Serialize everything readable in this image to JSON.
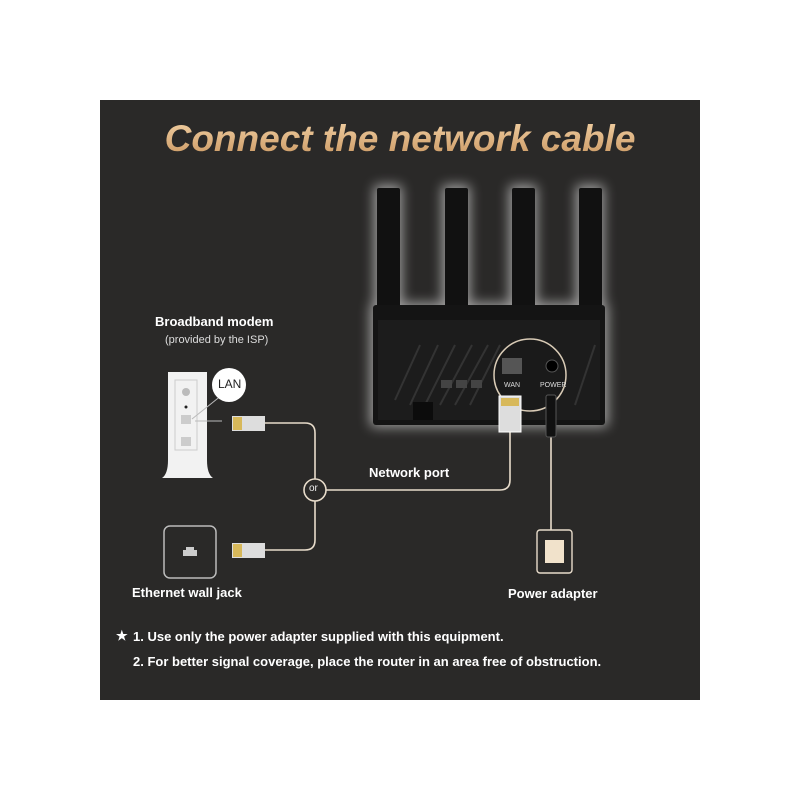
{
  "title": "Connect the network cable",
  "modem": {
    "label": "Broadband modem",
    "sublabel": "(provided by the ISP)",
    "port_label": "LAN"
  },
  "wall_jack": {
    "label": "Ethernet wall jack"
  },
  "junction_label": "or",
  "network_port_label": "Network port",
  "router": {
    "wan_label": "WAN",
    "power_label": "POWER"
  },
  "power_adapter_label": "Power adapter",
  "notes": {
    "star_icon": "star-icon",
    "items": [
      "1. Use only the power adapter supplied with this equipment.",
      "2. For better signal coverage, place the router in an area free of obstruction."
    ]
  },
  "colors": {
    "background": "#2a2928",
    "title": "#e2b98a",
    "line": "#e8dccb"
  }
}
